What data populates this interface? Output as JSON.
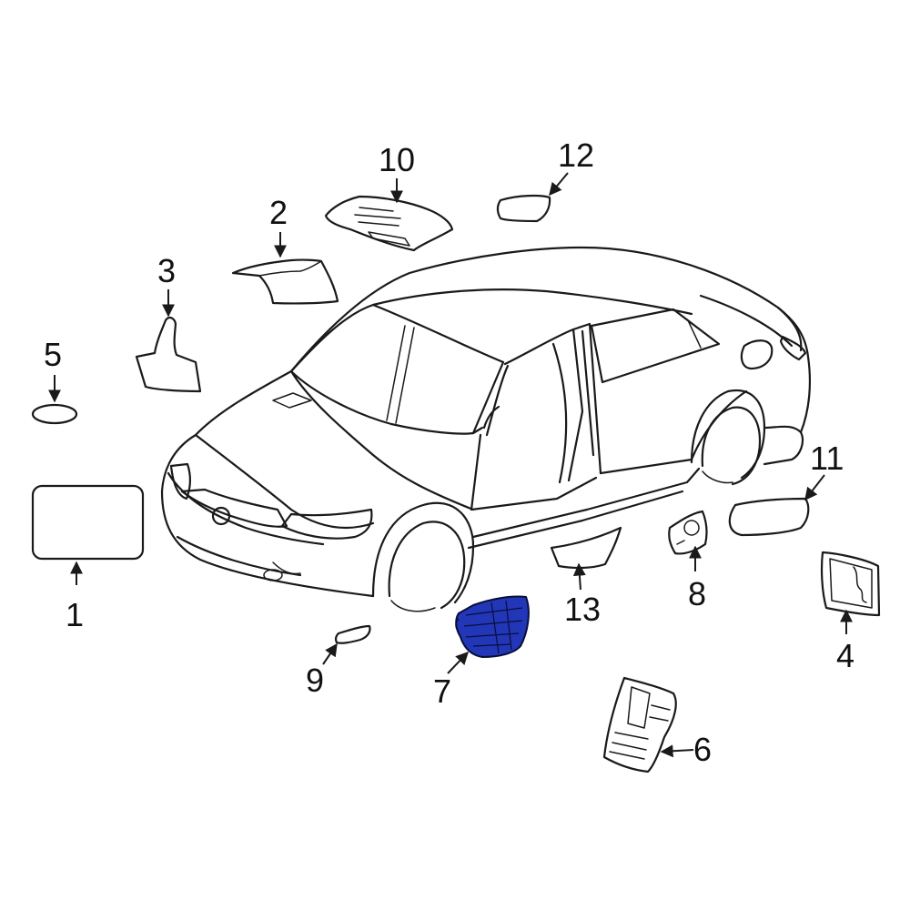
{
  "diagram": {
    "callouts": [
      "1",
      "2",
      "3",
      "4",
      "5",
      "6",
      "7",
      "8",
      "9",
      "10",
      "11",
      "12",
      "13"
    ],
    "highlighted_part": "7",
    "highlight_color": "#2236b8",
    "line_color": "#1a1a1a",
    "background": "#ffffff"
  }
}
